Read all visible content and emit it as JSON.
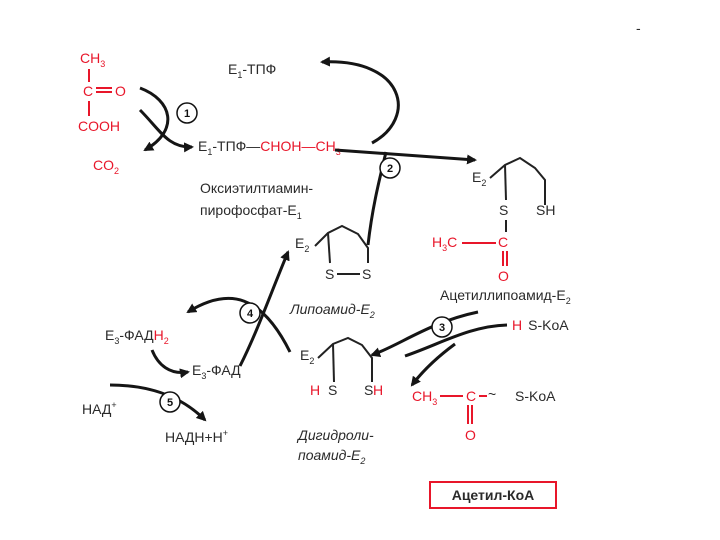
{
  "pyruvate": {
    "ch3": "CH",
    "ch3_sub": "3",
    "c_label": "C",
    "o_label": "O",
    "cooh": "COOH"
  },
  "co2": {
    "text": "CO",
    "sub": "2"
  },
  "e1_tpp": {
    "e": "E",
    "sub": "1",
    "rest": "-ТПФ"
  },
  "e1_tpp_chain": {
    "e": "E",
    "sub": "1",
    "rest": "-ТПФ—",
    "red": "CHOH—CH",
    "red_sub": "3"
  },
  "hydroxyethyl_label": {
    "line1": "Оксиэтилтиамин-",
    "line2": "пирофосфат-E",
    "line2_sub": "1"
  },
  "lipoamide": {
    "e": "E",
    "sub": "2",
    "s1": "S",
    "s2": "S",
    "label": "Липоамид-E",
    "label_sub": "2"
  },
  "acetyl_lipoamide": {
    "e": "E",
    "sub": "2",
    "s": "S",
    "sh": "SH",
    "h3c": "H",
    "h3c_sub": "3",
    "h3c_c": "C",
    "c": "C",
    "o": "O",
    "label": "Ацетиллипоамид-E",
    "label_sub": "2"
  },
  "coa_reactant": {
    "h": "H",
    "rest": "S-KoA"
  },
  "dihydrolipoamide": {
    "e": "E",
    "sub": "2",
    "h": "H",
    "s": "S",
    "s2": "S",
    "h2": "H",
    "label1": "Дигидроли-",
    "label2": "поамид-E",
    "label2_sub": "2"
  },
  "acetyl_coa_product": {
    "ch3": "CH",
    "ch3_sub": "3",
    "c": "C",
    "tilde": "~",
    "skoa": "S-KoA",
    "o": "O"
  },
  "fad_reduced": {
    "prefix": "E",
    "sub": "3",
    "mid": "-ФАД",
    "red": "H",
    "red_sub": "2"
  },
  "fad_oxidized": {
    "prefix": "E",
    "sub": "3",
    "mid": "-ФАД"
  },
  "nad": {
    "text": "НАД",
    "sup": "+"
  },
  "nadh": {
    "text": "НАДН+Н",
    "sup": "+"
  },
  "steps": [
    "1",
    "2",
    "3",
    "4",
    "5"
  ],
  "result_box": {
    "label": "Ацетил-КоА",
    "color": "#e8162a"
  },
  "corner_mark": "-",
  "colors": {
    "reaction_red": "#e8162a",
    "ink": "#2a2a2a"
  }
}
